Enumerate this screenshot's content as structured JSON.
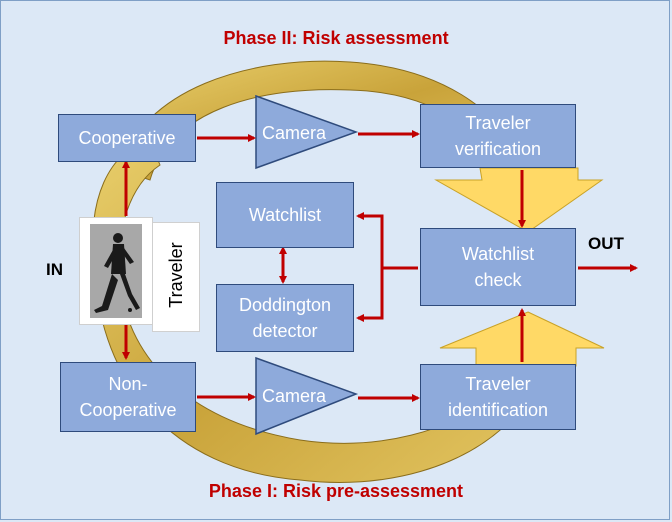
{
  "titles": {
    "phase2": "Phase II: Risk assessment",
    "phase1": "Phase I: Risk pre-assessment"
  },
  "labels": {
    "in": "IN",
    "out": "OUT",
    "traveler": "Traveler"
  },
  "boxes": {
    "cooperative": "Cooperative",
    "noncooperative": "Non-\nCooperative",
    "camera_top": "Camera",
    "camera_bottom": "Camera",
    "verification": "Traveler\nverification",
    "watchlist": "Watchlist",
    "doddington": "Doddington\ndetector",
    "watchlist_check": "Watchlist\ncheck",
    "identification": "Traveler\nidentification"
  },
  "colors": {
    "background": "#dce8f6",
    "box_fill": "#8eaadb",
    "box_border": "#2f4b7c",
    "arrow": "#c00000",
    "title": "#c00000",
    "ring_gold": "#d9b84a",
    "arrow_yellow": "#ffd966"
  },
  "icons": {
    "traveler_photo": "walking-person-photo"
  }
}
